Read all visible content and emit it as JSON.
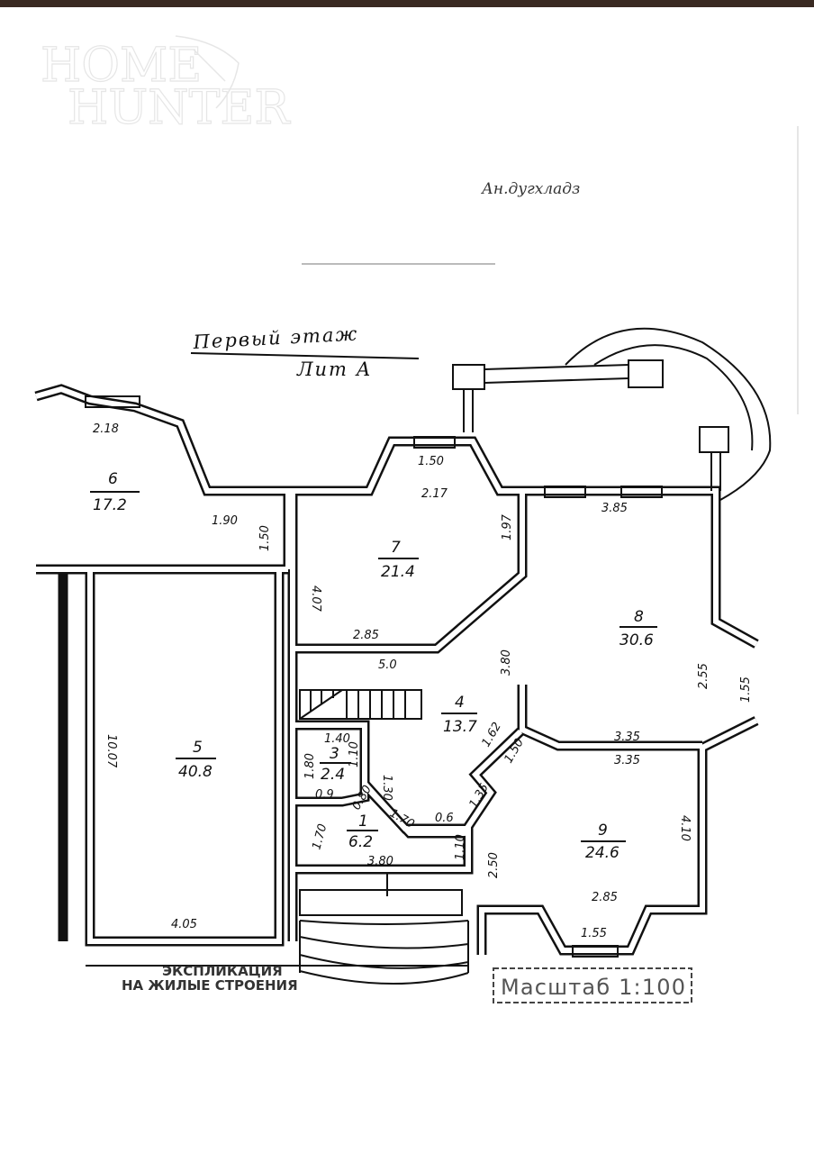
{
  "logo": {
    "line1": "HOME",
    "line2": "HUNTER"
  },
  "signature": "Ан.дугхладз",
  "plan": {
    "title": "Первый этаж",
    "subtitle": "Лит А",
    "scale": "Масштаб 1:100",
    "footer_line1": "ЭКСПЛИКАЦИЯ",
    "footer_line2": "НА ЖИЛЫЕ СТРОЕНИЯ",
    "rooms": [
      {
        "number": "1",
        "area": "6.2"
      },
      {
        "number": "3",
        "area": "2.4"
      },
      {
        "number": "4",
        "area": "13.7"
      },
      {
        "number": "5",
        "area": "40.8"
      },
      {
        "number": "6",
        "area": "17.2"
      },
      {
        "number": "7",
        "area": "21.4"
      },
      {
        "number": "8",
        "area": "30.6"
      },
      {
        "number": "9",
        "area": "24.6"
      }
    ],
    "dimensions": [
      "2.18",
      "1.90",
      "1.50",
      "1.50",
      "2.17",
      "1.97",
      "4.07",
      "2.85",
      "3.85",
      "5.0",
      "3.80",
      "2.55",
      "1.55",
      "1.40",
      "1.80",
      "1.30",
      "1.10",
      "0.9",
      "0.80",
      "1.70",
      "0.6",
      "1.35",
      "1.62",
      "1.50",
      "1.70",
      "3.80",
      "1.10",
      "2.50",
      "3.35",
      "3.35",
      "4.10",
      "2.85",
      "1.55",
      "10.07",
      "4.05"
    ]
  }
}
